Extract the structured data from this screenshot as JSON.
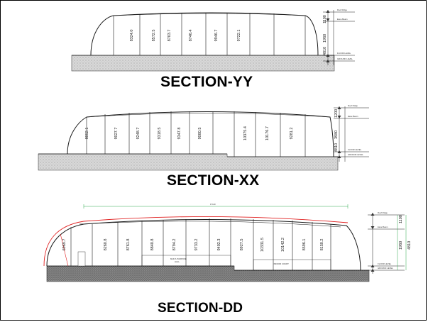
{
  "sections": [
    {
      "id": "yy",
      "title": "SECTION-YY",
      "dims": [
        "8324.0",
        "8572.5",
        "8703.7",
        "8746.4",
        "9946.7",
        "9722.1"
      ],
      "side_dims": [
        "1100",
        "1960",
        "4810"
      ]
    },
    {
      "id": "xx",
      "title": "SECTION-XX",
      "dims": [
        "8052.1",
        "9027.7",
        "9248.7",
        "9318.5",
        "9347.8",
        "9080.5",
        "10375.4",
        "10176.7",
        "9281.2"
      ],
      "side_dims": [
        "1200",
        "3980",
        "4810"
      ]
    },
    {
      "id": "dd",
      "title": "SECTION-DD",
      "dims": [
        "6969.7",
        "8260.8",
        "8761.8",
        "8840.8",
        "8794.2",
        "9733.2",
        "9402.3",
        "8927.5",
        "10331.5",
        "10142.2",
        "8596.1",
        "8150.2"
      ],
      "span_dim": "17110",
      "side_dims": [
        "1100",
        "1960",
        "4810"
      ]
    }
  ],
  "colors": {
    "line": "#1a1a1a",
    "red_roof": "#e02020",
    "green_dim": "#2aa84a",
    "ground": "#c8c8c8"
  }
}
